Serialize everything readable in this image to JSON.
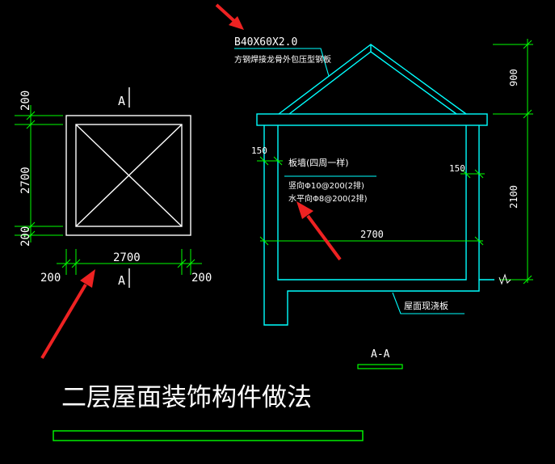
{
  "colors": {
    "background": "#000000",
    "cyan": "#00ffff",
    "green": "#00ff00",
    "white": "#ffffff",
    "arrow_red": "#ee2222"
  },
  "plan": {
    "section_mark": "A",
    "dim_200": "200",
    "dim_2700": "2700"
  },
  "section": {
    "material_code": "B40X60X2.0",
    "material_desc": "方钢焊接龙骨外包压型钢板",
    "dim_150": "150",
    "note_title": "板墙(四周一样)",
    "note_vertical": "竖向Φ10@200(2排)",
    "note_horizontal": "水平向Φ8@200(2排)",
    "dim_2700": "2700",
    "dim_900": "900",
    "dim_2100": "2100",
    "slab_label": "屋面现浇板",
    "section_title": "A-A"
  },
  "drawing_title": "二层屋面装饰构件做法"
}
